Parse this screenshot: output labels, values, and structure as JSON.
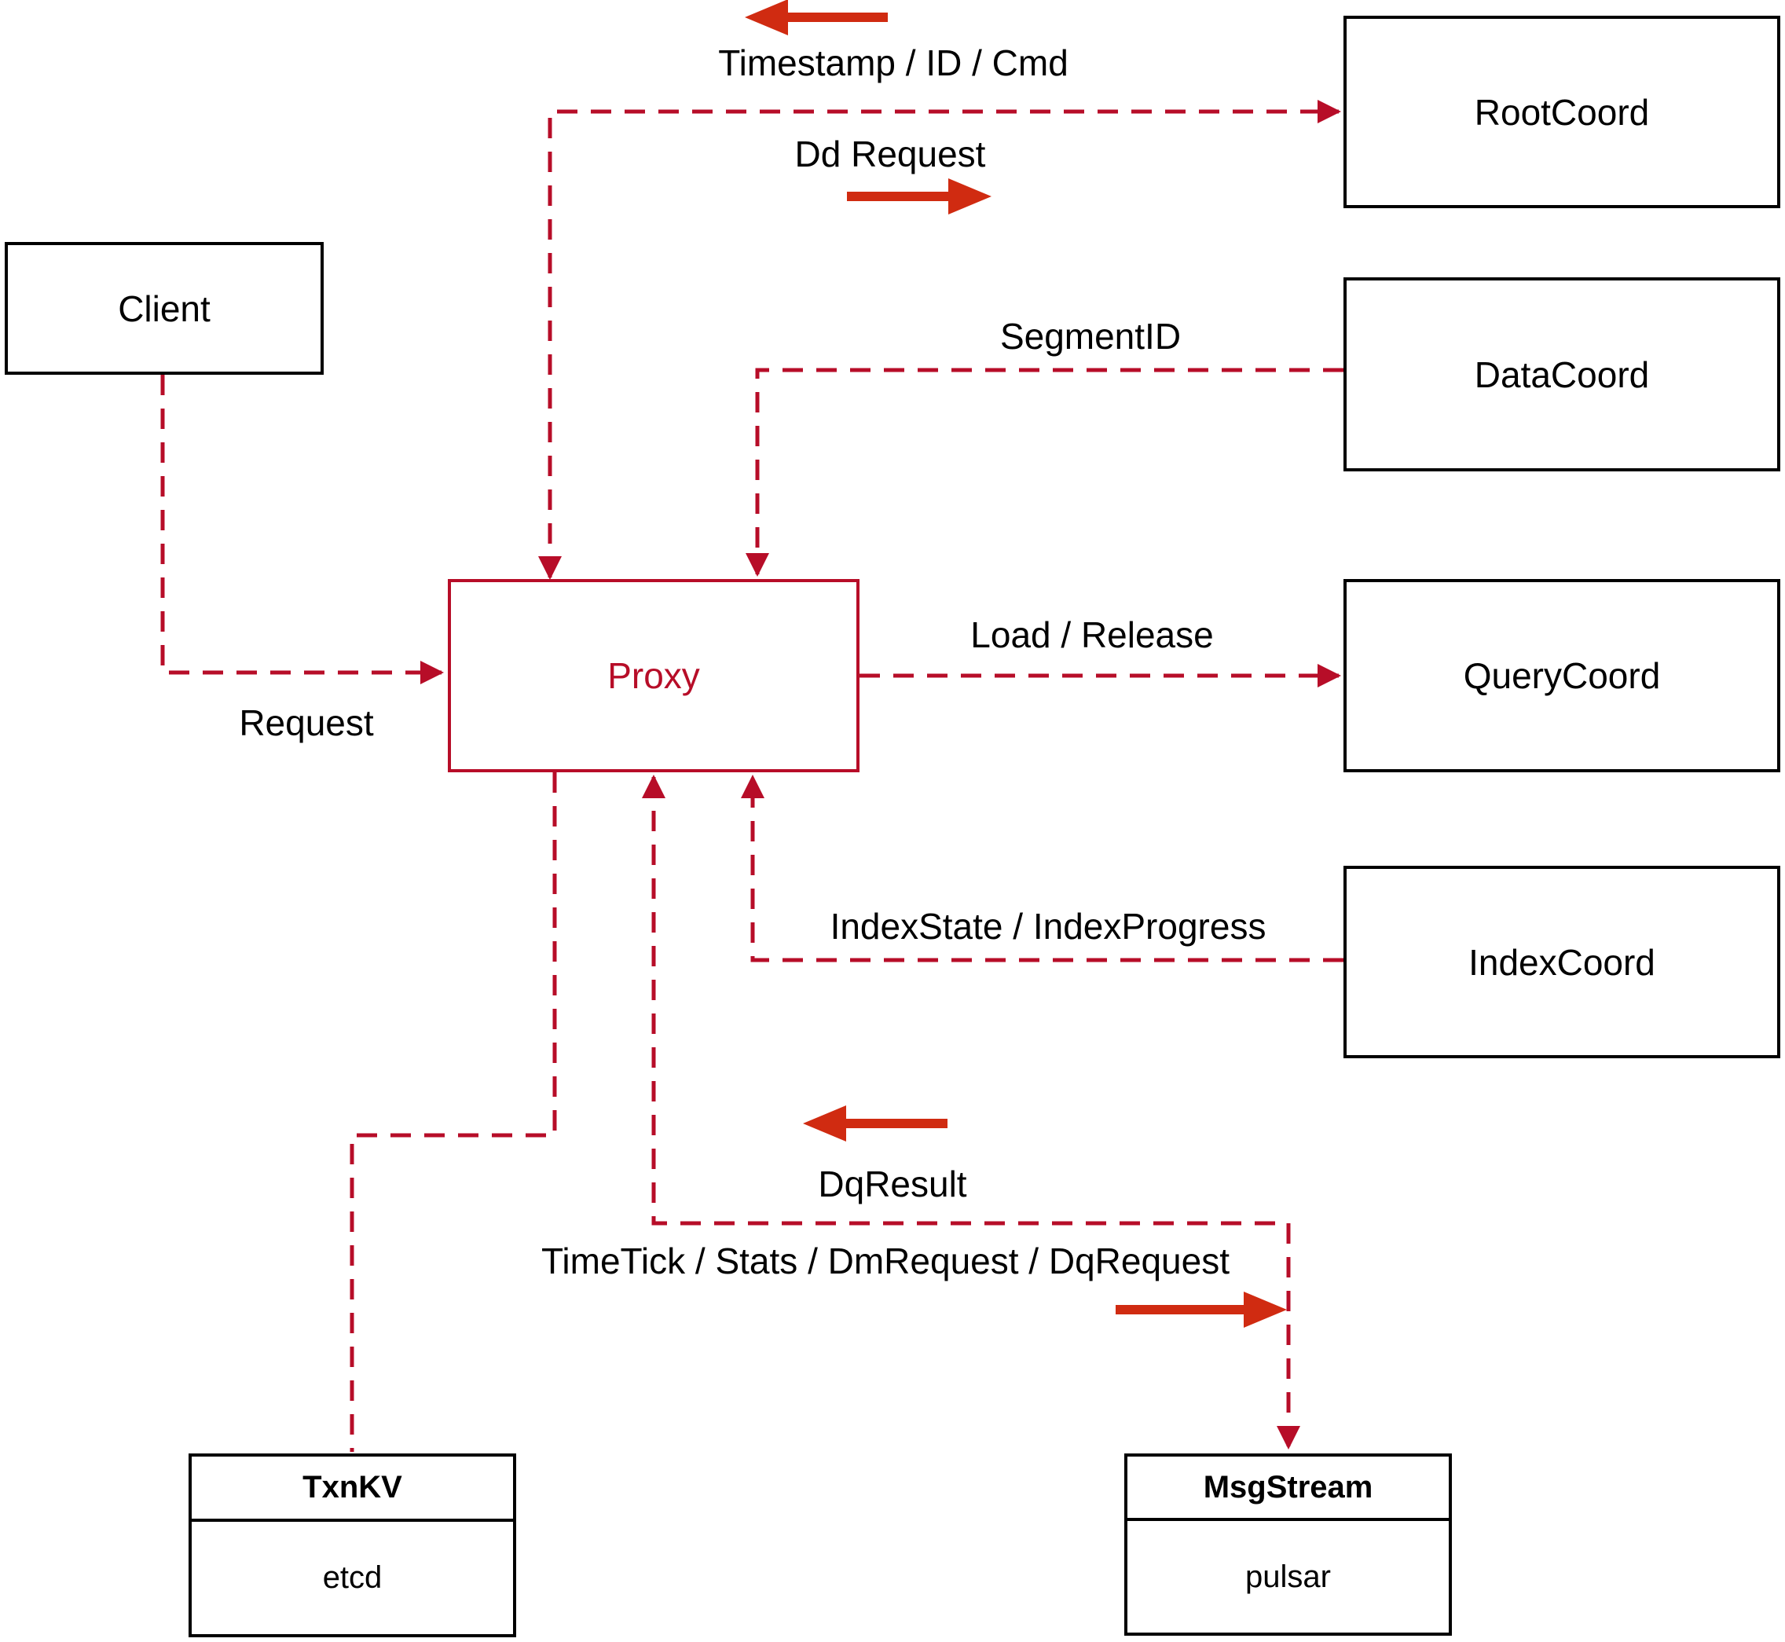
{
  "diagram": {
    "colors": {
      "line-red": "#b70d28",
      "arrow-red": "#d02b11",
      "box-border": "#000000",
      "text-black": "#000000",
      "bg": "#ffffff"
    },
    "nodes": {
      "client": {
        "label": "Client"
      },
      "proxy": {
        "label": "Proxy"
      },
      "rootcoord": {
        "label": "RootCoord"
      },
      "datacoord": {
        "label": "DataCoord"
      },
      "querycoord": {
        "label": "QueryCoord"
      },
      "indexcoord": {
        "label": "IndexCoord"
      },
      "txnkv": {
        "title": "TxnKV",
        "subtitle": "etcd"
      },
      "msgstream": {
        "title": "MsgStream",
        "subtitle": "pulsar"
      }
    },
    "edge_labels": {
      "timestamp_id_cmd": "Timestamp / ID / Cmd",
      "dd_request": "Dd Request",
      "segment_id": "SegmentID",
      "load_release": "Load / Release",
      "index_state_progress": "IndexState / IndexProgress",
      "request": "Request",
      "dq_result": "DqResult",
      "timetick_stats": "TimeTick / Stats / DmRequest / DqRequest"
    }
  }
}
